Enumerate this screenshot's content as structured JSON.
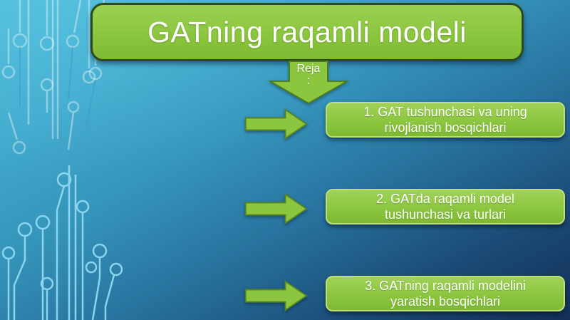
{
  "slide": {
    "title": "GATning raqamli modeli",
    "plan_label": {
      "line1": "Reja",
      "line2": ":"
    },
    "items": [
      {
        "line1": "1. GAT tushunchasi va uning",
        "line2": "rivojlanish bosqichlari"
      },
      {
        "line1": "2. GATda raqamli model",
        "line2": "tushunchasi va turlari"
      },
      {
        "line1": "3. GATning raqamli modelini",
        "line2": "yaratish bosqichlari"
      }
    ],
    "colors": {
      "accent_green": "#8CC63F",
      "green_border_light": "#BCDF78",
      "green_border_dark": "#4E7B1E",
      "title_border_dark": "#2C4A1C",
      "background_top": "#4AB8D8",
      "background_bottom": "#142F57",
      "circuit_line_light": "#8FD9F2",
      "text": "#FFFFFF"
    }
  }
}
